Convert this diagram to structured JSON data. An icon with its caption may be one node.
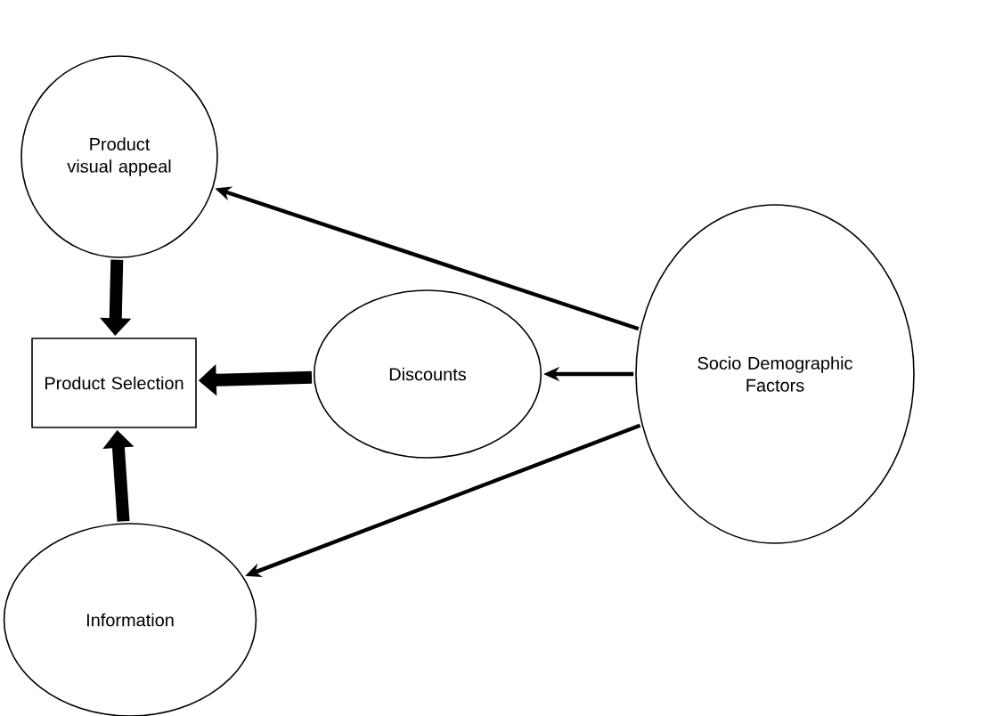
{
  "diagram": {
    "nodes": [
      {
        "text": [
          "Product visual appeal"
        ]
      },
      {
        "text": [
          "Product Selection"
        ]
      },
      {
        "text": [
          "Discounts"
        ]
      },
      {
        "text": [
          "Socio Demographic Factors"
        ]
      },
      {
        "text": [
          "Information"
        ]
      }
    ],
    "edges": [
      {
        "from": 0,
        "to": 1,
        "arrow": "to",
        "style": "thick"
      },
      {
        "from": 2,
        "to": 1,
        "arrow": "to",
        "style": "thick"
      },
      {
        "from": 4,
        "to": 1,
        "arrow": "to",
        "style": "thick"
      },
      {
        "from": 3,
        "to": 0,
        "arrow": "to"
      },
      {
        "from": 3,
        "to": 2,
        "arrow": "to"
      },
      {
        "from": 3,
        "to": 4,
        "arrow": "to"
      }
    ]
  }
}
